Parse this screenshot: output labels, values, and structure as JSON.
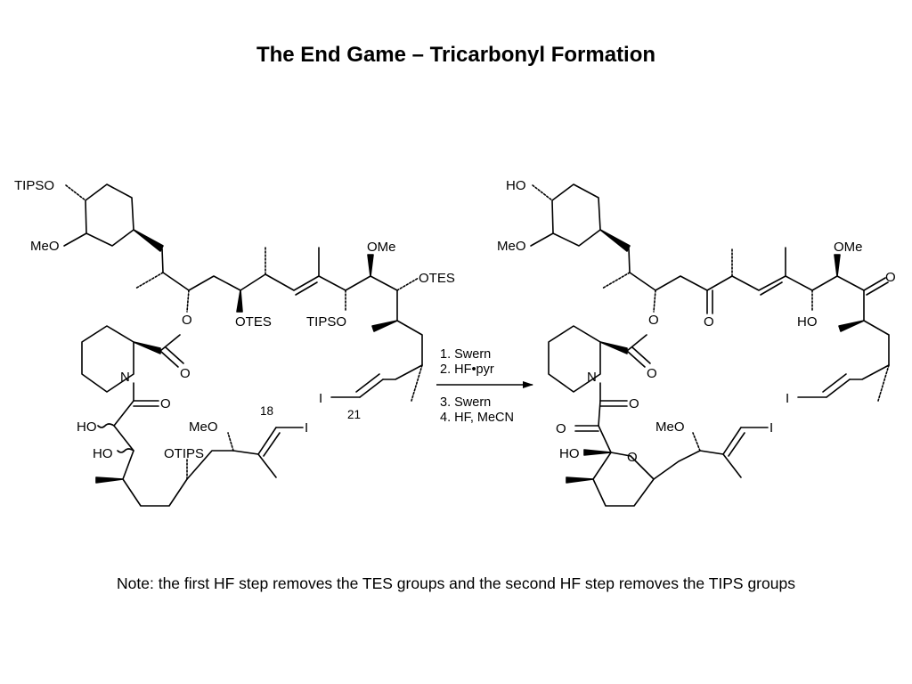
{
  "slide": {
    "title": "The End Game – Tricarbonyl Formation",
    "note": "Note: the first HF step removes the TES groups and the second HF step removes the TIPS groups"
  },
  "reaction": {
    "conditions_before": [
      "1. Swern",
      "2.  HF•pyr"
    ],
    "conditions_after": [
      "3. Swern",
      "4. HF, MeCN"
    ]
  },
  "starting_material": {
    "labels": {
      "tipso_cyclohexyl": "TIPSO",
      "meo_cyclohexyl": "MeO",
      "ester_o": "O",
      "ester_carbonyl_o": "O",
      "n": "N",
      "amide_o": "O",
      "ho_1": "HO",
      "ho_2": "HO",
      "otips": "OTIPS",
      "meo_chain": "MeO",
      "carbon_18": "18",
      "iodide_18": "I",
      "otes_1": "OTES",
      "tipso_chain": "TIPSO",
      "ome": "OMe",
      "otes_2": "OTES",
      "iodide_21": "I",
      "carbon_21": "21"
    }
  },
  "product": {
    "labels": {
      "ho_cyclohexyl": "HO",
      "meo_cyclohexyl": "MeO",
      "ester_o": "O",
      "ester_carbonyl_o": "O",
      "n": "N",
      "amide_o": "O",
      "ketone_o_alpha": "O",
      "hemiketal_ho": "HO",
      "ring_o": "O",
      "meo_chain": "MeO",
      "iodide_chain": "I",
      "ketone_o_1": "O",
      "ho_chain": "HO",
      "ome": "OMe",
      "ketone_o_2": "O",
      "iodide_vinyl": "I"
    }
  }
}
